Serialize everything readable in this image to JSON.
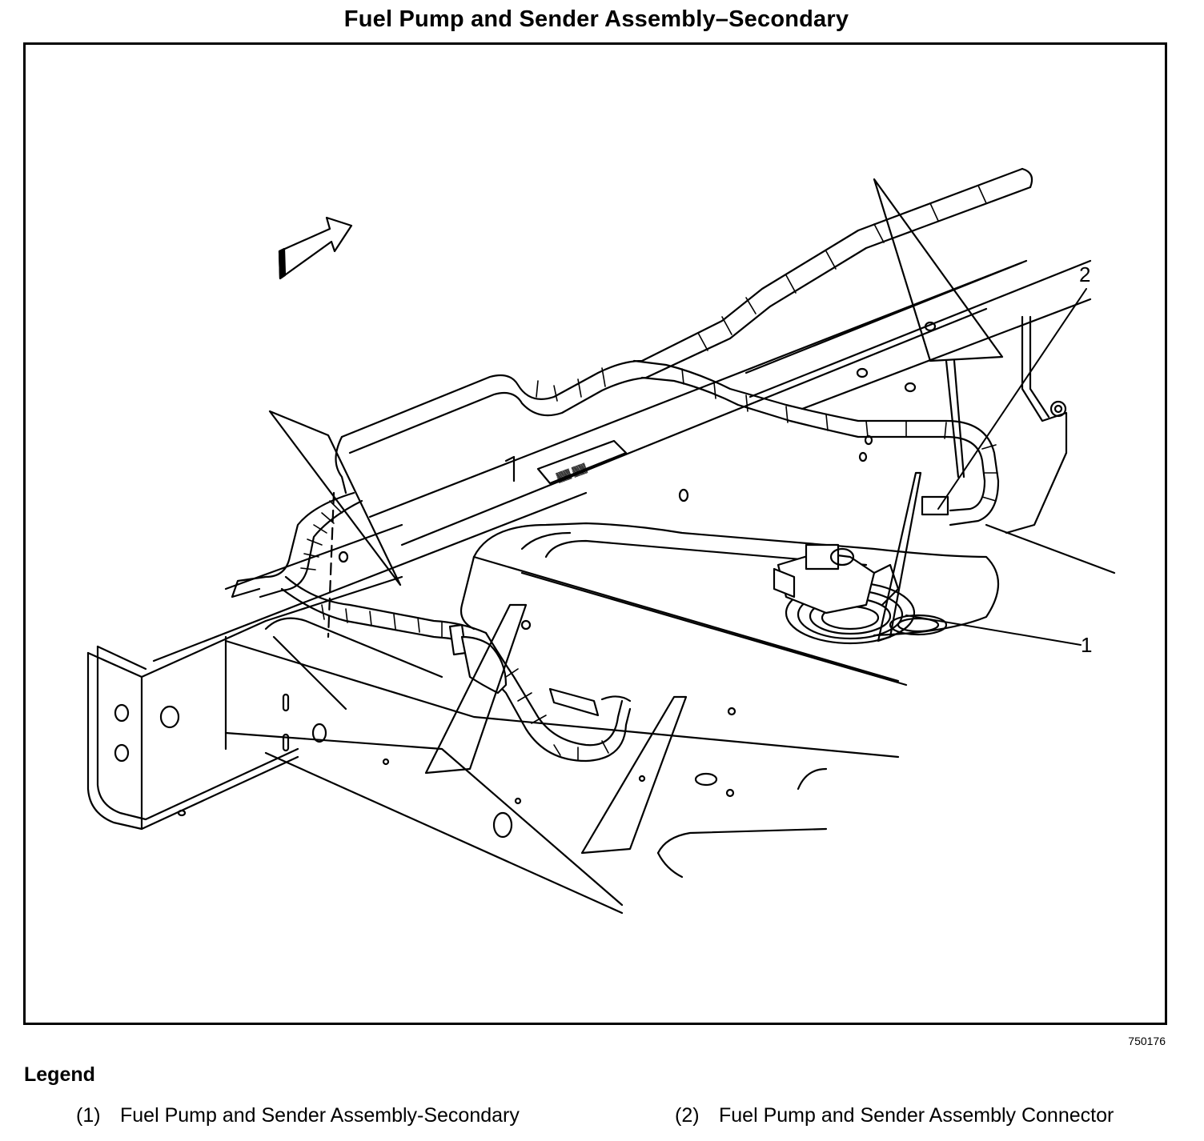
{
  "title": "Fuel Pump and Sender Assembly–Secondary",
  "figure_id": "750176",
  "callouts": [
    {
      "number": "1",
      "name": "Fuel Pump and Sender Assembly-Secondary"
    },
    {
      "number": "2",
      "name": "Fuel Pump and Sender Assembly Connector"
    }
  ],
  "legend": {
    "heading": "Legend",
    "items": [
      {
        "number": "(1)",
        "text": "Fuel Pump and Sender Assembly-Secondary"
      },
      {
        "number": "(2)",
        "text": "Fuel Pump and Sender Assembly Connector"
      }
    ]
  },
  "icons": {
    "direction_arrow": "front-direction-arrow-icon"
  }
}
